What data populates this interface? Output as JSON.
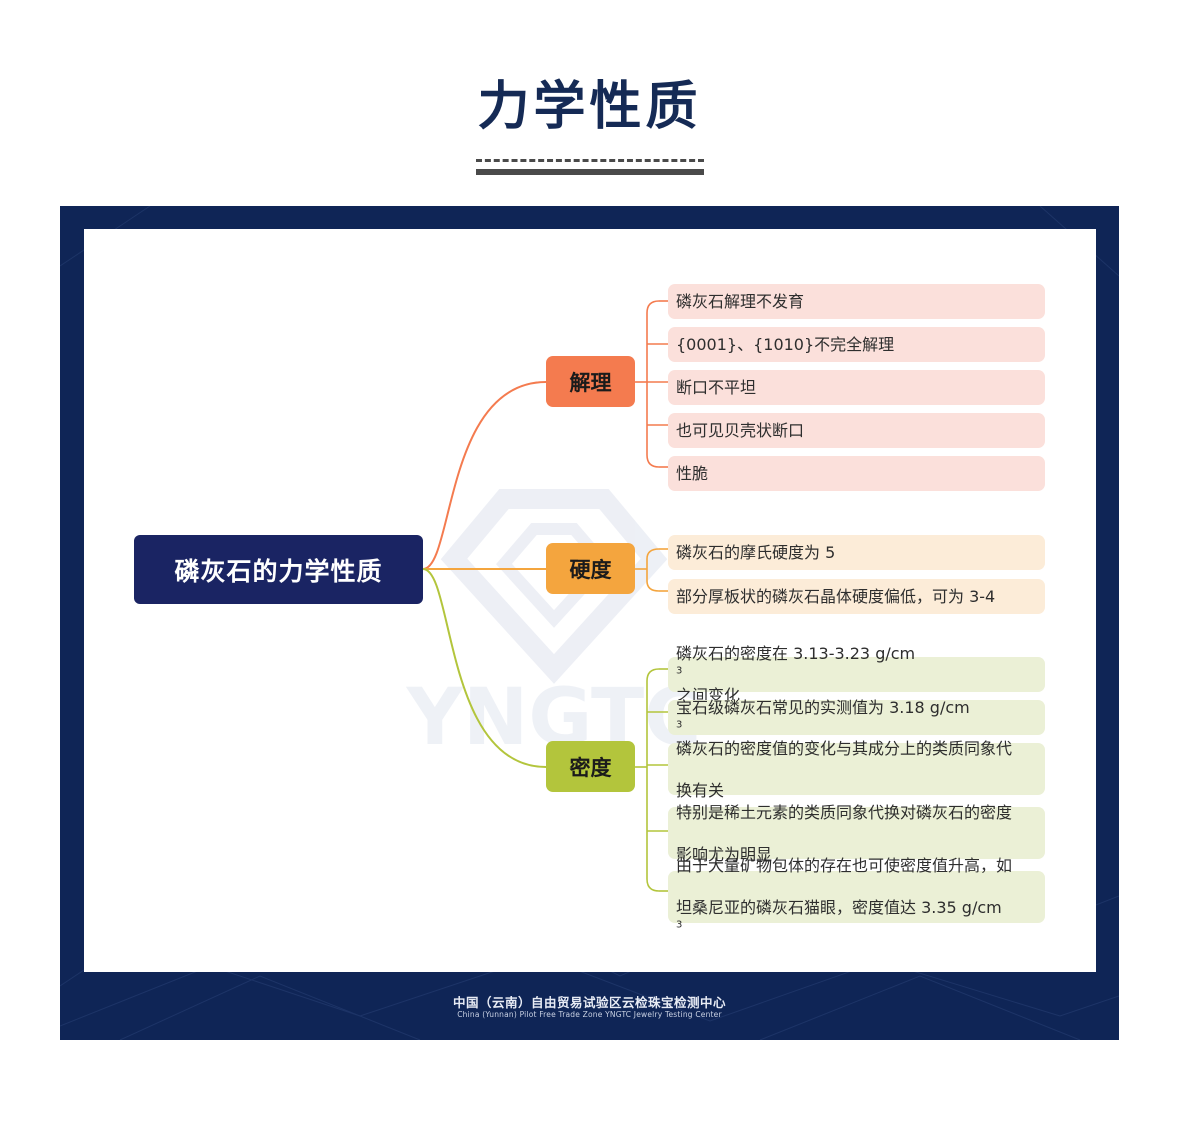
{
  "page": {
    "title": "力学性质"
  },
  "mindmap": {
    "root": {
      "label": "磷灰石的力学性质"
    },
    "branches": [
      {
        "label": "解理",
        "color": "#f47b4f",
        "leaves": [
          "磷灰石解理不发育",
          "{0001}、{1010}不完全解理",
          "断口不平坦",
          "也可见贝壳状断口",
          "性脆"
        ]
      },
      {
        "label": "硬度",
        "color": "#f4a53e",
        "leaves": [
          "磷灰石的摩氏硬度为 5",
          "部分厚板状的磷灰石晶体硬度偏低，可为 3-4"
        ]
      },
      {
        "label": "密度",
        "color": "#b3c53c",
        "leaves": [
          {
            "pre": "磷灰石的密度在 3.13-3.23 g/cm",
            "sup": "3",
            "post": " 之间变化"
          },
          {
            "pre": "宝石级磷灰石常见的实测值为 3.18 g/cm",
            "sup": "3",
            "post": ""
          },
          {
            "line1": "磷灰石的密度值的变化与其成分上的类质同象代",
            "line2": "换有关"
          },
          {
            "line1": "特别是稀土元素的类质同象代换对磷灰石的密度",
            "line2": "影响尤为明显"
          },
          {
            "line1": "由于大量矿物包体的存在也可使密度值升高，如",
            "line2_pre": "坦桑尼亚的磷灰石猫眼，密度值达 3.35 g/cm",
            "sup": "3"
          }
        ]
      }
    ]
  },
  "watermark": {
    "text": "YNGTC"
  },
  "footer": {
    "cn": "中国（云南）自由贸易试验区云检珠宝检测中心",
    "en": "China (Yunnan) Pilot Free Trade Zone  YNGTC Jewelry Testing Center"
  }
}
